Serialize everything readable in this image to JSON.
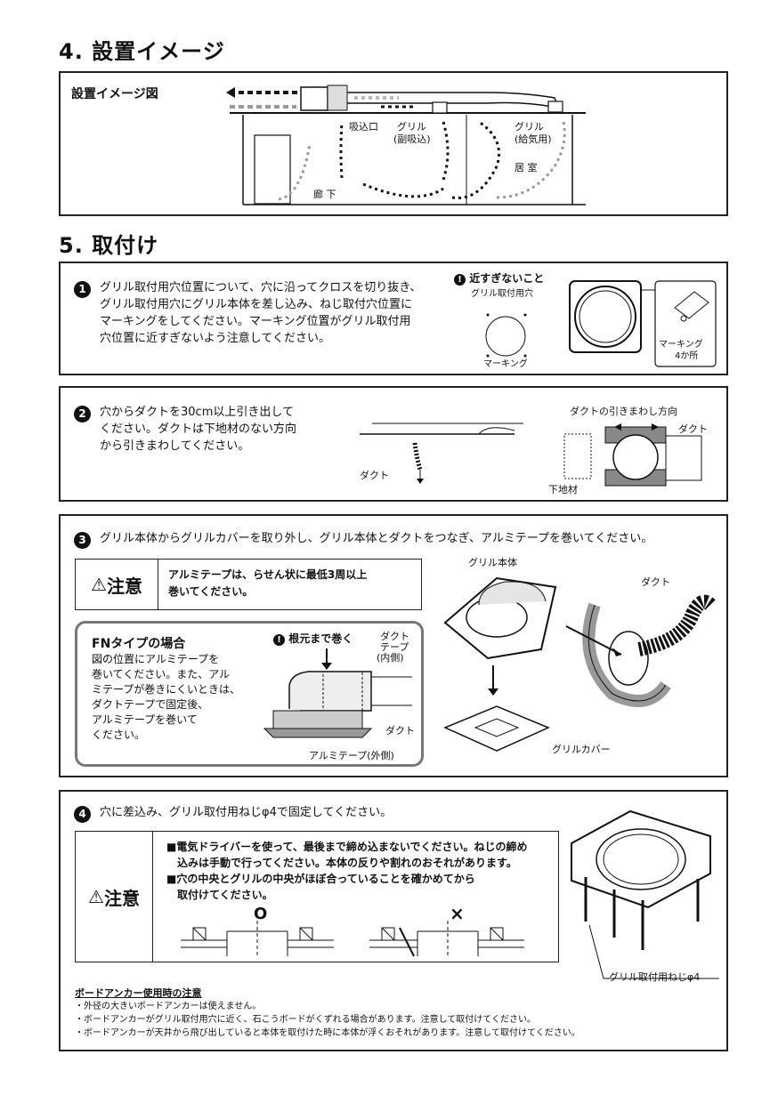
{
  "sec4": {
    "heading": "4. 設置イメージ",
    "box_title": "設置イメージ図",
    "labels": {
      "inlet": "吸込口",
      "grill_sub": "グリル",
      "grill_sub2": "(副吸込)",
      "grill_supply": "グリル",
      "grill_supply2": "(給気用)",
      "room": "居 室",
      "corridor": "廊 下"
    }
  },
  "sec5": {
    "heading": "5. 取付け",
    "step1": {
      "num": "1",
      "lines": [
        "グリル取付用穴位置について、穴に沿ってクロスを切り抜き、",
        "グリル取付用穴にグリル本体を差し込み、ねじ取付穴位置に",
        "マーキングをしてください。マーキング位置がグリル取付用",
        "穴位置に近すぎないよう注意してください。"
      ],
      "alert": "近すぎないこと",
      "hole_label": "グリル取付用穴",
      "marking_label": "マーキング",
      "marking4": "マーキング",
      "marking4b": "4か所"
    },
    "step2": {
      "num": "2",
      "lines": [
        "穴からダクトを30cm以上引き出して",
        "ください。ダクトは下地材のない方向",
        "から引きまわしてください。"
      ],
      "duct": "ダクト",
      "route": "ダクトの引きまわし方向",
      "duct2": "ダクト",
      "base": "下地材"
    },
    "step3": {
      "num": "3",
      "text": "グリル本体からグリルカバーを取り外し、グリル本体とダクトをつなぎ、アルミテープを巻いてください。",
      "caution_label": "注意",
      "caution_lines": [
        "アルミテープは、らせん状に最低3周以上",
        "巻いてください。"
      ],
      "fn_title": "FNタイプの場合",
      "fn_lines": [
        "図の位置にアルミテープを",
        "巻いてください。また、アル",
        "ミテープが巻きにくいときは、",
        "ダクトテープで固定後、",
        "アルミテープを巻いて",
        "ください。"
      ],
      "root": "根元まで巻く",
      "duct_tape": "ダクト",
      "duct_tape2": "テープ",
      "duct_tape3": "(内側)",
      "duct": "ダクト",
      "alu_outer": "アルミテープ(外側)",
      "grill_body": "グリル本体",
      "duct_r": "ダクト",
      "grill_cover": "グリルカバー"
    },
    "step4": {
      "num": "4",
      "text": "穴に差込み、グリル取付用ねじφ4で固定してください。",
      "caution_label": "注意",
      "caution_lines": [
        "■電気ドライバーを使って、最後まで締め込まないでください。ねじの締め",
        "込みは手動で行ってください。本体の反りや割れのおそれがあります。",
        "■穴の中央とグリルの中央がほぼ合っていることを確かめてから",
        "取付けてください。"
      ],
      "ok": "O",
      "ng": "×",
      "screw_label": "グリル取付用ねじφ4",
      "anchor_title": "ボードアンカー使用時の注意",
      "anchor_lines": [
        "・外径の大きいボードアンカーは使えません。",
        "・ボードアンカーがグリル取付用穴に近く、石こうボードがくずれる場合があります。注意して取付けてください。",
        "・ボードアンカーが天井から飛び出していると本体を取付けた時に本体が浮くおそれがあります。注意して取付けてください。"
      ]
    }
  }
}
